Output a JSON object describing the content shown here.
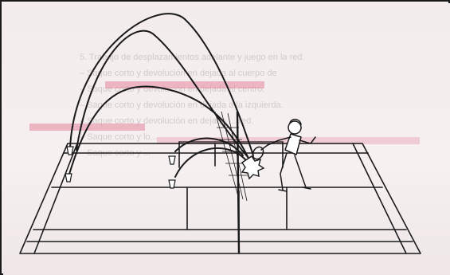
{
  "illustration": {
    "subject": "badminton-serve-trajectory-drawing",
    "colors": {
      "ink": "#1a1a1a",
      "paper": "#f4eeee",
      "bleed_text": "#b9aeae",
      "highlight": "#e26e8c"
    }
  },
  "bleed_through": {
    "heading": "5. Trabajo de desplazamientos adelante y juego en la red.",
    "lines": [
      "– Saque corto y devolución en dejada al cuerpo de",
      "– Saque corto y devolución en dejada al centro.",
      "– Saque corto y devolución en dejada a la izquierda.",
      "– Saque corto y devolución en dejada ... red.",
      "– Saque corto y lo...",
      "– Saque corto y ..."
    ]
  }
}
